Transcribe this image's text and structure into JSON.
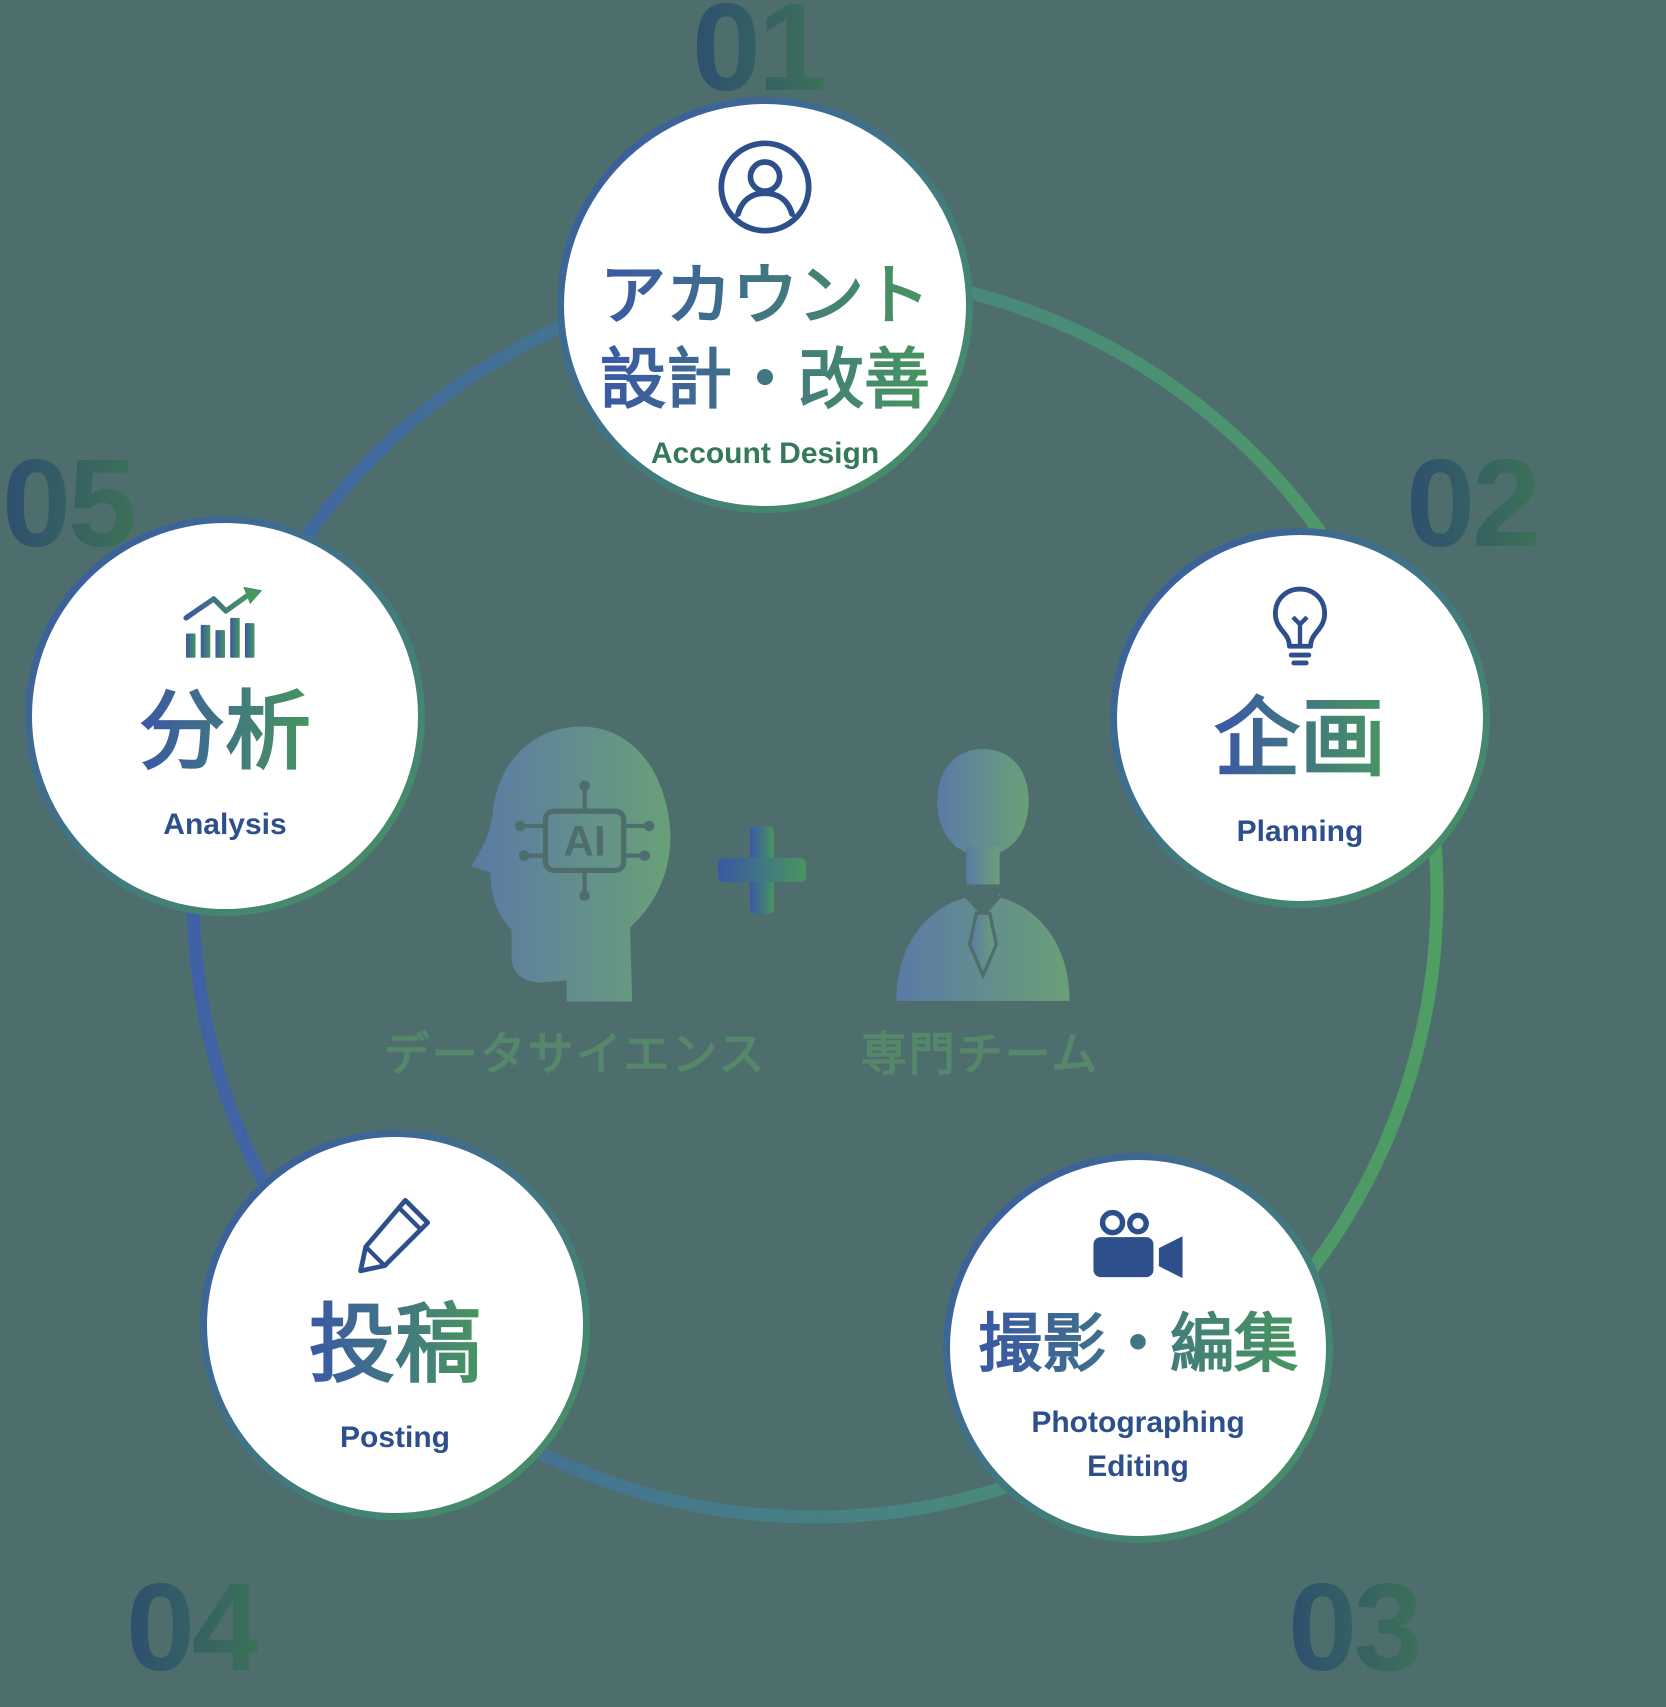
{
  "palette": {
    "background": "#4e6e6e",
    "gradient_blue": "#3a58a5",
    "gradient_green": "#48955f",
    "navy_text": "#2d4f8c",
    "account_design_subtitle_green": "#35785c",
    "center_label_green": "#55886a",
    "circle_fill": "#ffffff"
  },
  "steps": [
    {
      "number": "01",
      "title1": "アカウント",
      "title2": "設計・改善",
      "subtitle1": "Account Design",
      "icon": "user-circle-icon"
    },
    {
      "number": "02",
      "title1": "企画",
      "subtitle1": "Planning",
      "icon": "lightbulb-icon"
    },
    {
      "number": "03",
      "title1": "撮影・編集",
      "subtitle1": "Photographing",
      "subtitle2": "Editing",
      "icon": "video-camera-icon"
    },
    {
      "number": "04",
      "title1": "投稿",
      "subtitle1": "Posting",
      "icon": "pencil-icon"
    },
    {
      "number": "05",
      "title1": "分析",
      "subtitle1": "Analysis",
      "icon": "bar-chart-arrow-icon"
    }
  ],
  "center": {
    "ai_label": "AI",
    "data_science_label": "データサイエンス",
    "expert_team_label": "専門チーム"
  }
}
